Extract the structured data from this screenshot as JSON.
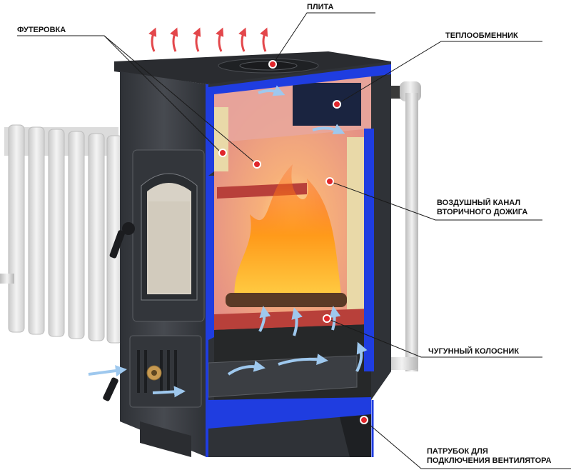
{
  "labels": {
    "plate": "ПЛИТА",
    "lining": "ФУТЕРОВКА",
    "heat_exchanger": "ТЕПЛООБМЕННИК",
    "air_channel_line1": "ВОЗДУШНЫЙ КАНАЛ",
    "air_channel_line2": "ВТОРИЧНОГО ДОЖИГА",
    "grate": "ЧУГУННЫЙ КОЛОСНИК",
    "fan_pipe_line1": "ПАТРУБОК ДЛЯ",
    "fan_pipe_line2": "ПОДКЛЮЧЕНИЯ ВЕНТИЛЯТОРА"
  },
  "colors": {
    "stove_body": "#3a3d42",
    "stove_top": "#2a2c30",
    "blue_liner": "#1f3de0",
    "firebox": "#e8a79a",
    "lining_blocks": "#e9d9a8",
    "heat_exchanger": "#1a2440",
    "grate": "#b8403a",
    "flame": "#ff8a1a",
    "radiator": "#e6e6e6",
    "pipe": "#d9d9d9",
    "arrow_red": "#e3474b",
    "arrow_blue": "#7fb4e6",
    "marker": "#e0262b"
  },
  "icons": {
    "heat_arrows": "heat-rising-arrows",
    "air_flow": "air-flow-arrows",
    "door_handle": "door-handle-icon",
    "vent_dial": "vent-dial-icon"
  }
}
